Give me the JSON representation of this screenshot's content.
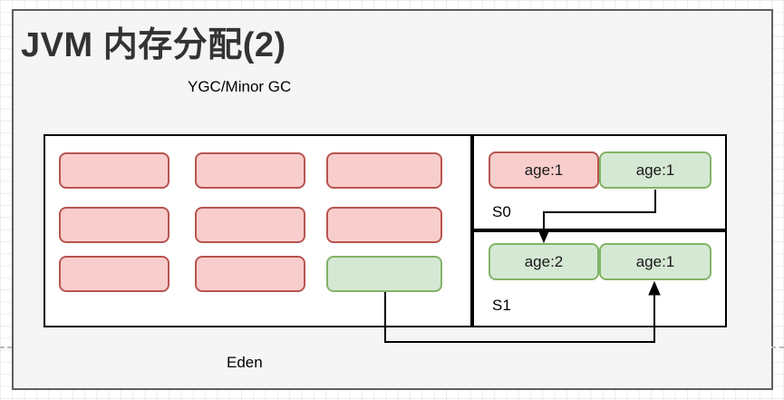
{
  "title": "JVM 内存分配(2)",
  "subtitle": "YGC/Minor GC",
  "palette": {
    "red_fill": "#f8cecc",
    "red_border": "#b85450",
    "green_fill": "#d5e8d4",
    "green_border": "#82b366",
    "frame_fill": "#f5f5f5",
    "frame_border": "#5f5f5f",
    "region_border": "#000000"
  },
  "eden": {
    "label": "Eden",
    "blocks": [
      "red",
      "red",
      "red",
      "red",
      "red",
      "red",
      "red",
      "red",
      "green"
    ]
  },
  "s0": {
    "label": "S0",
    "blocks": [
      {
        "label": "age:1",
        "color": "red"
      },
      {
        "label": "age:1",
        "color": "green"
      }
    ]
  },
  "s1": {
    "label": "S1",
    "blocks": [
      {
        "label": "age:2",
        "color": "green"
      },
      {
        "label": "age:1",
        "color": "green"
      }
    ]
  }
}
